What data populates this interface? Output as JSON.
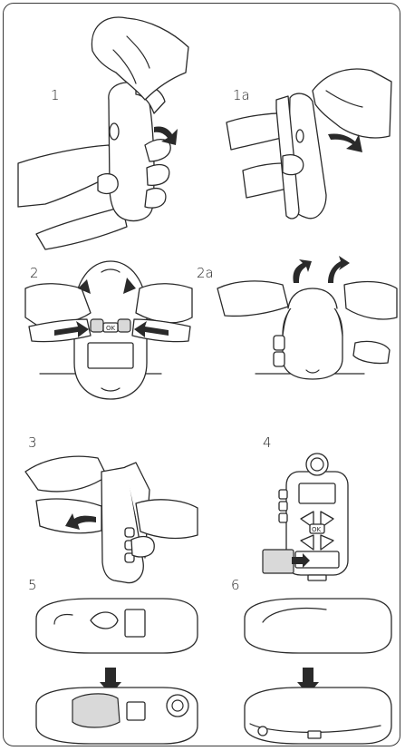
{
  "steps": [
    {
      "label": "1"
    },
    {
      "label": "1a"
    },
    {
      "label": "2"
    },
    {
      "label": "2a"
    },
    {
      "label": "3"
    },
    {
      "label": "4"
    },
    {
      "label": "5"
    },
    {
      "label": "6"
    }
  ],
  "device_button_text": "OK",
  "colors": {
    "line": "#2a2a2a",
    "shade": "#d9d9d9",
    "background": "#ffffff"
  }
}
